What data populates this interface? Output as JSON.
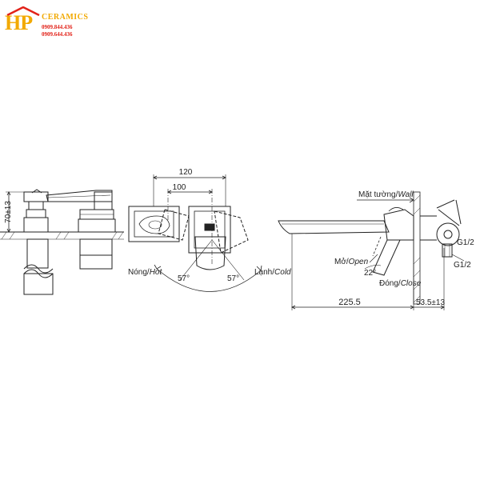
{
  "logo": {
    "mark": "HP",
    "brand": "CERAMICS",
    "phone1": "0909.844.436",
    "phone2": "0909.644.436",
    "color_primary": "#f2a900",
    "color_secondary": "#e2231a"
  },
  "side_view": {
    "height_dim": "70±13"
  },
  "top_view": {
    "dim_outer": "120",
    "dim_inner": "100",
    "angle_left": "57°",
    "angle_right": "57°",
    "hot_prefix": "Nóng/",
    "hot_italic": "Hot",
    "cold_prefix": "Lạnh/",
    "cold_italic": "Cold"
  },
  "profile_view": {
    "wall_prefix": "Mặt tường/",
    "wall_italic": "Wall",
    "open_prefix": "Mở/",
    "open_italic": "Open",
    "close_prefix": "Đóng/",
    "close_italic": "Close",
    "angle": "22°",
    "thread_top": "G1/2",
    "thread_bottom": "G1/2",
    "dim_spout": "225.5",
    "dim_body": "53.5±13"
  }
}
